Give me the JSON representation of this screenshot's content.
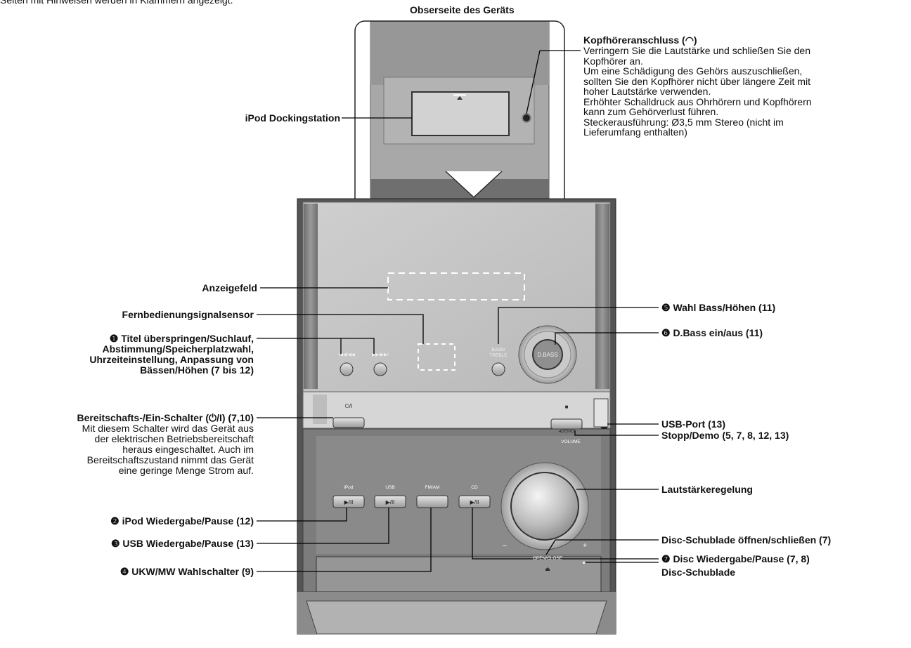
{
  "intro_text": "Seiten mit Hinweisen werden in Klammern angezeigt.",
  "top_view_title": "Obserseite des Geräts",
  "headphone": {
    "title": "Kopfhöreranschluss (◠)",
    "lines": [
      "Verringern Sie die Lautstärke und schließen Sie den",
      "Kopfhörer an.",
      "Um eine Schädigung des Gehörs auszuschließen,",
      "sollten Sie den Kopfhörer nicht über längere Zeit mit",
      "hoher Lautstärke verwenden.",
      "Erhöhter Schalldruck aus Ohrhörern und Kopfhörern",
      "kann zum Gehörverlust führen.",
      "Steckerausführung:  Ø3,5 mm Stereo (nicht im",
      "Lieferumfang enthalten)"
    ]
  },
  "left_labels": {
    "dock": "iPod Dockingstation",
    "display": "Anzeigefeld",
    "sensor": "Fernbedienungsignalsensor",
    "skip": [
      "❶ Titel überspringen/Suchlauf,",
      "Abstimmung/Speicherplatzwahl,",
      "Uhrzeiteinstellung, Anpassung von",
      "Bässen/Höhen (7 bis 12)"
    ],
    "standby_title": "Bereitschafts-/Ein-Schalter (⏻/I) (7,10)",
    "standby_desc": [
      "Mit diesem Schalter wird das Gerät aus",
      "der elektrischen Betriebsbereitschaft",
      "heraus eingeschaltet. Auch im",
      "Bereitschaftszustand nimmt das Gerät",
      "eine geringe Menge Strom auf."
    ],
    "ipod_play": "❷ iPod Wiedergabe/Pause (12)",
    "usb_play": "❸ USB Wiedergabe/Pause (13)",
    "fmam": "❹ UKW/MW Wahlschalter (9)"
  },
  "right_labels": {
    "bass_treble": "❺ Wahl Bass/Höhen (11)",
    "dbass": "❻ D.Bass ein/aus (11)",
    "usb_port": "USB-Port (13)",
    "stop_demo": "Stopp/Demo (5, 7, 8, 12, 13)",
    "volume": "Lautstärkeregelung",
    "open_close": "Disc-Schublade öffnen/schließen (7)",
    "cd_play": "❼ Disc Wiedergabe/Pause (7, 8)",
    "tray": "Disc-Schublade"
  },
  "device_labels": {
    "skip_prev": "I◀◀/◀◀",
    "skip_next": "▶▶/▶▶I",
    "bass1": "BASS/",
    "bass2": "TREBLE",
    "dbass_btn": "D.BASS",
    "power": "⏻/I",
    "stop": "■",
    "demo": "◂DEMO",
    "volume": "VOLUME",
    "ipod": "iPod",
    "usb": "USB",
    "fmam": "FM/AM",
    "cd": "CD",
    "play": "▶/II",
    "minus": "–",
    "plus": "+",
    "open_close": "OPEN/CLOSE",
    "eject": "⏏"
  },
  "colors": {
    "body_dark": "#5a5a5a",
    "body_mid": "#8c8c8c",
    "panel_light": "#c4c4c4",
    "leader": "#000000"
  }
}
